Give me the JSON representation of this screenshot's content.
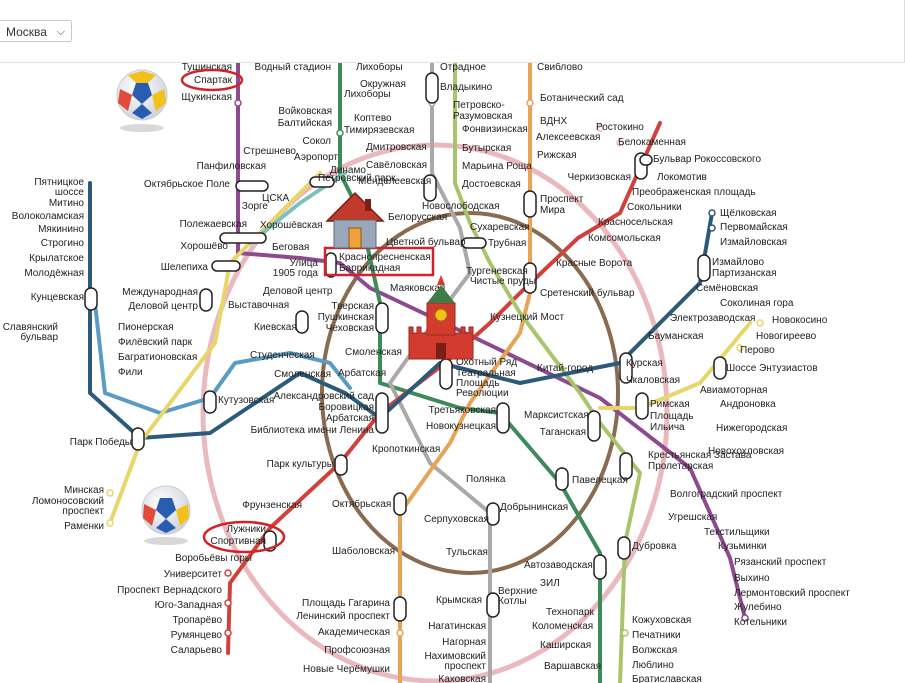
{
  "city_select": {
    "value": "Москва"
  },
  "stations": [
    "Тушинская",
    "Спартак",
    "Щукинская",
    "Водный стадион",
    "Лихоборы",
    "Отрадное",
    "Свиблово",
    "Окружная",
    "Лихоборы",
    "Владыкино",
    "Ботанический сад",
    "Петровско-",
    "Разумовская",
    "Войковская",
    "Балтийская",
    "Коптево",
    "Фонвизинская",
    "ВДНХ",
    "Ростокино",
    "Тимирязевская",
    "Алексеевская",
    "Белокаменная",
    "Сокол",
    "Дмитровская",
    "Бутырская",
    "Стрешнево",
    "Аэропорт",
    "Савёловская",
    "Марьина Роща",
    "Рижская",
    "Бульвар Рокоссовского",
    "Панфиловская",
    "Динамо",
    "Менделеевская",
    "Достоевская",
    "Черкизовская",
    "Локомотив",
    "Октябрьское Поле",
    "Петровский парк",
    "Преображенская площадь",
    "Пятницкое",
    "шоссе",
    "Митино",
    "ЦСКА",
    "Новослободская",
    "Проспект",
    "Мира",
    "Сокольники",
    "Волоколамская",
    "Зорге",
    "Белорусская",
    "Сухаревская",
    "Красносельская",
    "Мякинино",
    "Полежаевская",
    "Хорошёвская",
    "Комсомольская",
    "Щёлковская",
    "Строгино",
    "Хорошёво",
    "Цветной бульвар",
    "Трубная",
    "Первомайская",
    "Крылатское",
    "Беговая",
    "Измайловская",
    "Молодёжная",
    "Улица",
    "1905 года",
    "Краснопресненская",
    "Баррикадная",
    "Тургеневская",
    "Красные Ворота",
    "Шелепиха",
    "Чистые пруды",
    "Измайлово",
    "Партизанская",
    "Деловой центр",
    "Маяковская",
    "Сретенский бульвар",
    "Кунцевская",
    "Международная",
    "Деловой центр",
    "Выставочная",
    "Семёновская",
    "Соколиная гора",
    "Тверская",
    "Пушкинская",
    "Чеховская",
    "Кузнецкий Мост",
    "Славянский",
    "бульвар",
    "Пионерская",
    "Киевская",
    "Электрозаводская",
    "Новокосино",
    "Филёвский парк",
    "Бауманская",
    "Новогиреево",
    "Багратионовская",
    "Студенческая",
    "Смоленская",
    "Перово",
    "Фили",
    "Смоленская",
    "Арбатская",
    "Охотный Ряд",
    "Театральная",
    "Китай-город",
    "Курская",
    "Шоссе Энтузиастов",
    "Площадь",
    "Революции",
    "Чкаловская",
    "Авиамоторная",
    "Кутузовская",
    "Александровский сад",
    "Боровицкая",
    "Арбатская",
    "Римская",
    "Андроновка",
    "Третьяковская",
    "Марксистская",
    "Площадь",
    "Ильича",
    "Библиотека имени Ленина",
    "Новокузнецкая",
    "Таганская",
    "Нижегородская",
    "Парк Победы",
    "Кропоткинская",
    "Крестьянская Застава",
    "Новохохловская",
    "Пролетарская",
    "Парк культуры",
    "Полянка",
    "Павелецкая",
    "Волгоградский проспект",
    "Минская",
    "Ломоносовский",
    "проспект",
    "Фрунзенская",
    "Октябрьская",
    "Добрынинская",
    "Угрешская",
    "Раменки",
    "Серпуховская",
    "Текстильщики",
    "Лужники",
    "Спортивная",
    "Кузьминки",
    "Воробьёвы горы",
    "Дубровка",
    "Рязанский проспект",
    "Университет",
    "Шаболовская",
    "Тульская",
    "Автозаводская",
    "Выхино",
    "Проспект Вернадского",
    "ЗИЛ",
    "Верхние",
    "Котлы",
    "Лермонтовский проспект",
    "Юго-Западная",
    "Крымская",
    "Жулебино",
    "Площадь Гагарина",
    "Технопарк",
    "Тропарёво",
    "Ленинский проспект",
    "Нагатинская",
    "Коломенская",
    "Котельники",
    "Кожуховская",
    "Румянцево",
    "Академическая",
    "Нагорная",
    "Печатники",
    "Саларьево",
    "Каширская",
    "Волжская",
    "Профсоюзная",
    "Нахимовский",
    "проспект",
    "Люблино",
    "Новые Черёмушки",
    "Варшавская",
    "Каховская",
    "Братиславская"
  ]
}
